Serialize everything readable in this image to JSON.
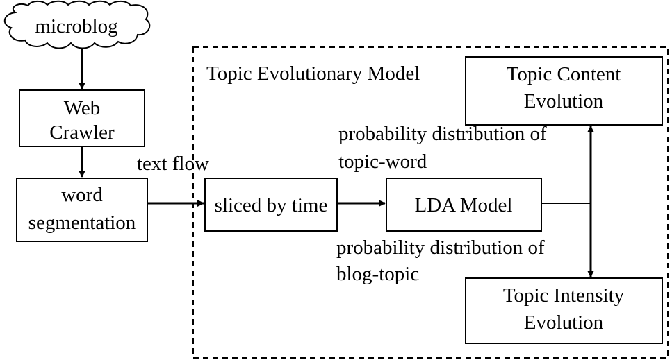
{
  "container": {
    "title": "Topic Evolutionary Model"
  },
  "nodes": {
    "microblog": "microblog",
    "web_crawler": [
      "Web",
      "Crawler"
    ],
    "word_segmentation": [
      "word",
      "segmentation"
    ],
    "sliced_by_time": "sliced by time",
    "lda_model": "LDA Model",
    "topic_content_evolution": [
      "Topic Content",
      "Evolution"
    ],
    "topic_intensity_evolution": [
      "Topic Intensity",
      "Evolution"
    ]
  },
  "edge_labels": {
    "text_flow": "text flow",
    "topic_word": [
      "probability distribution of",
      "topic-word"
    ],
    "blog_topic": [
      "probability distribution of",
      "blog-topic"
    ]
  }
}
